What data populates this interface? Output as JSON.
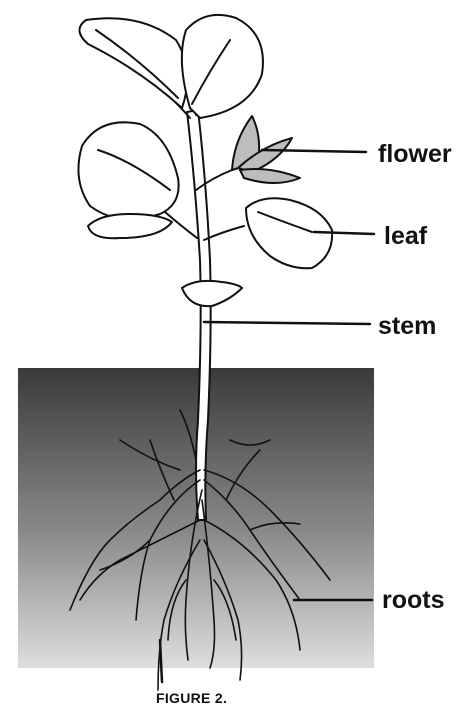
{
  "labels": {
    "flower": "flower",
    "leaf": "leaf",
    "stem": "stem",
    "roots": "roots"
  },
  "caption": "FIGURE 2.",
  "colors": {
    "ink": "#111111",
    "soil_top": "#3a3a3a",
    "soil_bottom": "#d8d8d8"
  }
}
